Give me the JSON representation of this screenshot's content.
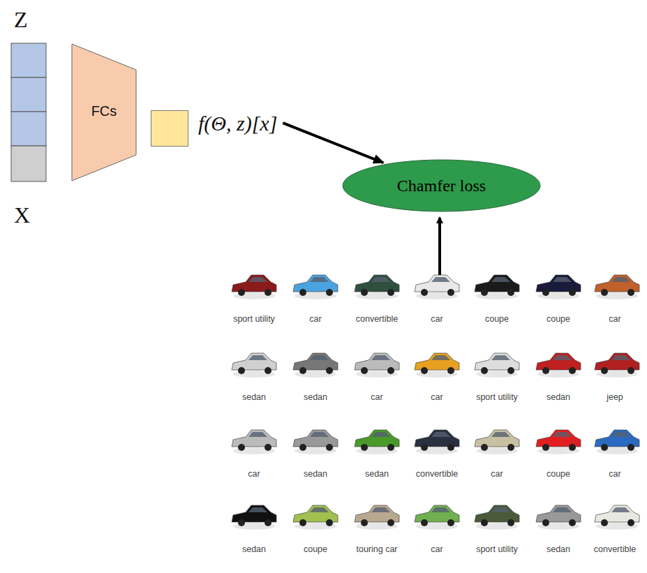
{
  "diagram": {
    "nodes": [
      {
        "text": [
          "FCs"
        ]
      },
      {
        "text": [
          "f(Θ, z)[x]"
        ]
      },
      {
        "text": [
          "Chamfer loss"
        ]
      }
    ],
    "edges": [
      {
        "from": 1,
        "to": 2,
        "arrow": "to"
      }
    ],
    "labels": [
      "Z",
      "X",
      "sport utility",
      "car",
      "convertible",
      "car",
      "coupe",
      "coupe",
      "car",
      "sedan",
      "sedan",
      "car",
      "car",
      "sport utility",
      "sedan",
      "jeep",
      "car",
      "sedan",
      "sedan",
      "convertible",
      "car",
      "coupe",
      "car",
      "sedan",
      "coupe",
      "touring car",
      "car",
      "sport utility",
      "sedan",
      "convertible"
    ]
  }
}
